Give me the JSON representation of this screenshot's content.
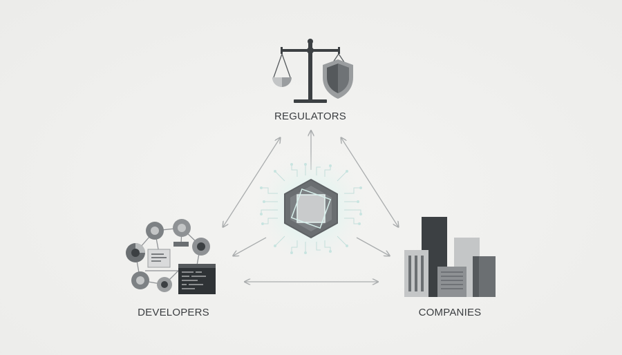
{
  "nodes": {
    "regulators": {
      "label": "REGULATORS",
      "icon": "scale-and-shield-icon"
    },
    "developers": {
      "label": "DEVELOPERS",
      "icon": "network-and-code-icon"
    },
    "companies": {
      "label": "COMPANIES",
      "icon": "buildings-icon"
    },
    "center": {
      "icon": "ai-chip-hexagon-icon"
    }
  },
  "colors": {
    "background": "#efefed",
    "dark": "#3c4043",
    "mid": "#6b6f72",
    "light": "#b9bcbd",
    "arrow": "#a9acad",
    "glow": "#bfe3de"
  }
}
